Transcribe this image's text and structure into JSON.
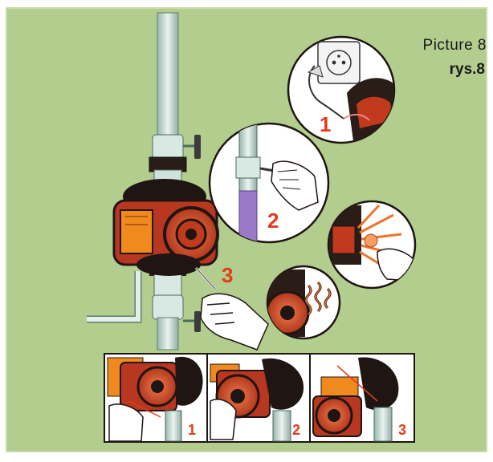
{
  "caption": {
    "title": "Picture 8",
    "subtitle": "rys.8"
  },
  "steps": {
    "top": [
      "1",
      "2",
      "3"
    ],
    "bottom": [
      "1",
      "2",
      "3"
    ]
  },
  "colors": {
    "background": "#b2cd8e",
    "frame": "#ffffff",
    "pump_body": "#d2452a",
    "pump_dark": "#1f1512",
    "terminal_box": "#f08a1e",
    "pipe": "#cfe3dc",
    "number_red": "#e23c1c"
  }
}
